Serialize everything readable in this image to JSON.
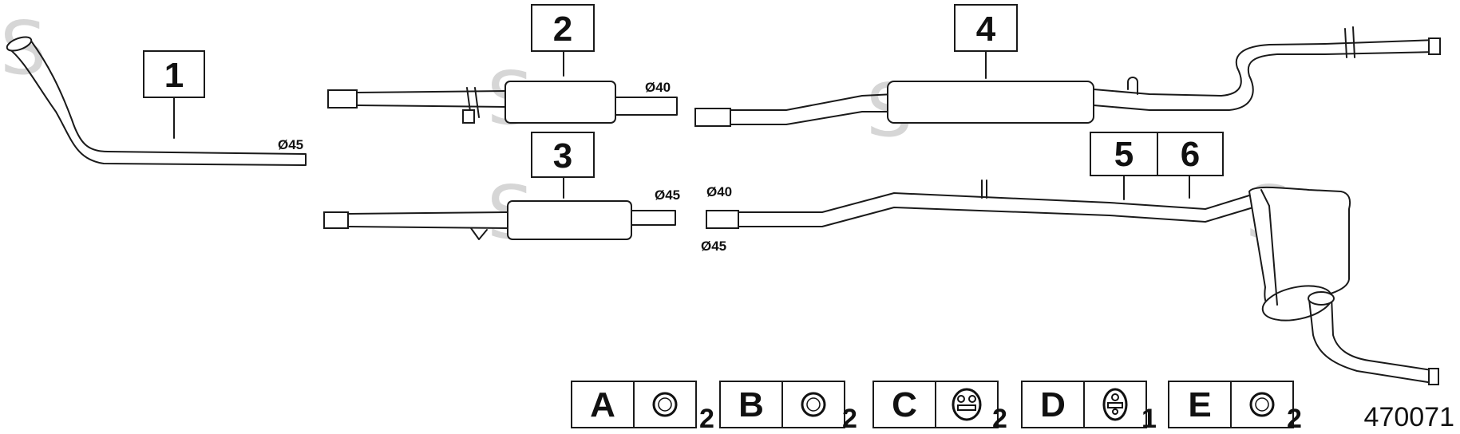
{
  "parts": [
    {
      "number": "1"
    },
    {
      "number": "2"
    },
    {
      "number": "3"
    },
    {
      "number": "4"
    },
    {
      "number": "5"
    },
    {
      "number": "6"
    }
  ],
  "diameters": {
    "part1_outlet": "Ø45",
    "part2_outlet": "Ø40",
    "part3_outlet": "Ø45",
    "rear_inlet_top": "Ø40",
    "rear_inlet_bottom": "Ø45"
  },
  "watermark_letter": "S",
  "legend": [
    {
      "letter": "A",
      "qty": "2",
      "icon": "ring-icon"
    },
    {
      "letter": "B",
      "qty": "2",
      "icon": "ring-icon"
    },
    {
      "letter": "C",
      "qty": "2",
      "icon": "rubber-hanger-icon"
    },
    {
      "letter": "D",
      "qty": "1",
      "icon": "rubber-hanger-icon"
    },
    {
      "letter": "E",
      "qty": "2",
      "icon": "ring-icon"
    }
  ],
  "diagram_code": "470071"
}
